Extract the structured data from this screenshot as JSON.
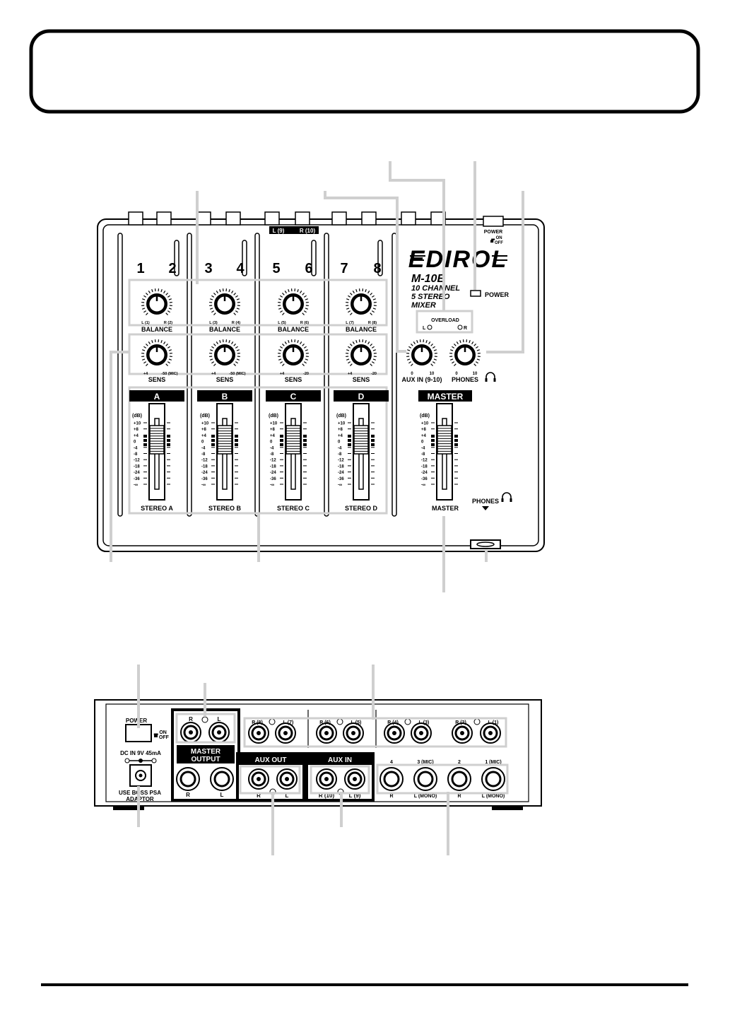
{
  "top_panel": {
    "brand": "EDIROL",
    "model": "M-10E",
    "desc_lines": [
      "10 CHANNEL",
      "5 STEREO",
      "MIXER"
    ],
    "power_switch_label": "POWER",
    "power_on": "ON",
    "power_off": "OFF",
    "power_led_label": "POWER",
    "overload_label": "OVERLOAD",
    "overload_l": "L",
    "overload_r": "R",
    "aux_knob_label": "AUX IN (9-10)",
    "phones_knob_label": "PHONES",
    "knob_scale": {
      "min": "0",
      "max": "10"
    },
    "top_jack_labels": [
      "L (9)",
      "R (10)"
    ],
    "channel_numbers": [
      "1",
      "2",
      "3",
      "4",
      "5",
      "6",
      "7",
      "8"
    ],
    "balance_label": "BALANCE",
    "sens_label": "SENS",
    "balance_scales": [
      [
        "L (1)",
        "R (2)"
      ],
      [
        "L (3)",
        "R (4)"
      ],
      [
        "L (5)",
        "R (6)"
      ],
      [
        "L (7)",
        "R (8)"
      ]
    ],
    "sens_scales": [
      [
        "+4",
        "-50 (MIC)"
      ],
      [
        "+4",
        "-50 (MIC)"
      ],
      [
        "+4",
        "-20"
      ],
      [
        "+4",
        "-20"
      ]
    ],
    "strip_letters": [
      "A",
      "B",
      "C",
      "D"
    ],
    "strip_names": [
      "STEREO A",
      "STEREO B",
      "STEREO C",
      "STEREO D"
    ],
    "db_unit": "(dB)",
    "db_scale": [
      "+10",
      "+8",
      "+4",
      "0",
      "-4",
      "-8",
      "-12",
      "-18",
      "-24",
      "-36",
      "-∞"
    ],
    "master_header": "MASTER",
    "master_name": "MASTER",
    "phones_jack_label": "PHONES"
  },
  "rear_panel": {
    "power_label": "POWER",
    "power_on": "ON",
    "power_off": "OFF",
    "dc_label": "DC IN 9V 45mA",
    "adaptor_lines": [
      "USE BOSS PSA",
      "ADAPTOR"
    ],
    "master_output_lines": [
      "MASTER",
      "OUTPUT"
    ],
    "master_output_top": [
      "R",
      "L"
    ],
    "master_output_bottom": [
      "R",
      "L"
    ],
    "aux_out_label": "AUX OUT",
    "aux_out_rl": [
      "R",
      "L"
    ],
    "aux_in_label": "AUX IN",
    "aux_in_rl": [
      "R (10)",
      "L (9)"
    ],
    "top_row_labels": [
      "R (8)",
      "L (7)",
      "R (6)",
      "L (5)",
      "R (4)",
      "L (3)",
      "R (2)",
      "L (1)"
    ],
    "mono_top_labels": [
      "4",
      "3 (MIC)",
      "2",
      "1 (MIC)"
    ],
    "mono_bottom_labels": [
      "R",
      "L (MONO)",
      "R",
      "L (MONO)"
    ]
  }
}
